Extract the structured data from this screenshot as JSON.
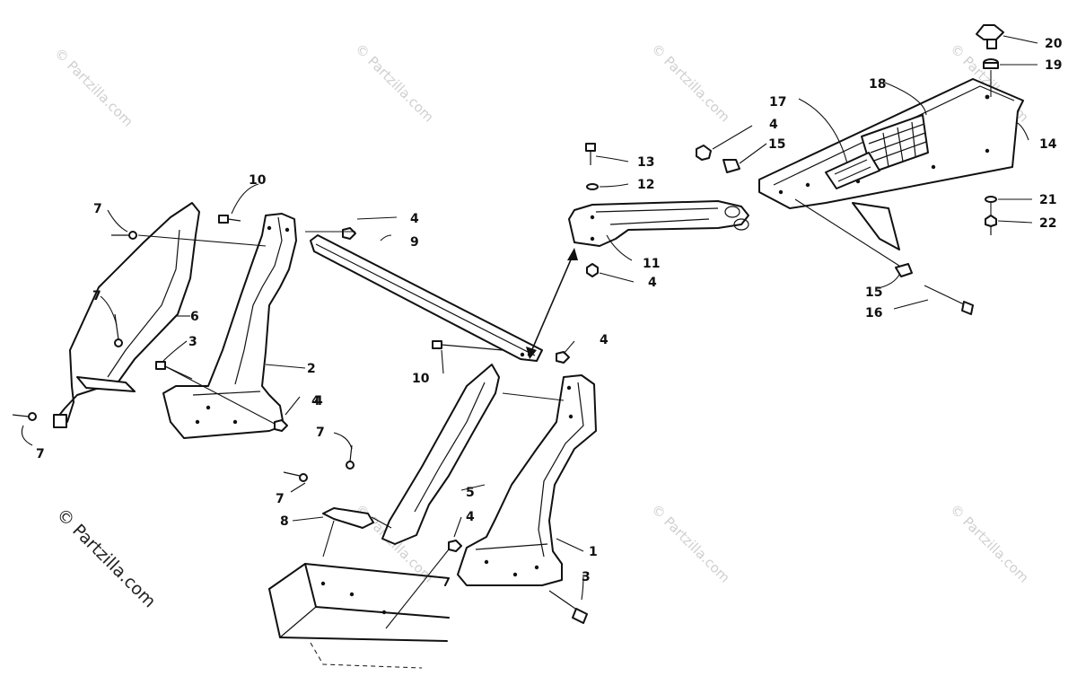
{
  "watermark": {
    "text": "© Partzilla.com",
    "main_text": "© Partzilla.com"
  },
  "callouts": [
    "1",
    "2",
    "3",
    "3",
    "4",
    "4",
    "4",
    "4",
    "4",
    "4",
    "4",
    "5",
    "6",
    "7",
    "7",
    "7",
    "7",
    "7",
    "8",
    "9",
    "10",
    "10",
    "11",
    "12",
    "13",
    "14",
    "15",
    "15",
    "16",
    "17",
    "18",
    "19",
    "20",
    "21",
    "22"
  ]
}
